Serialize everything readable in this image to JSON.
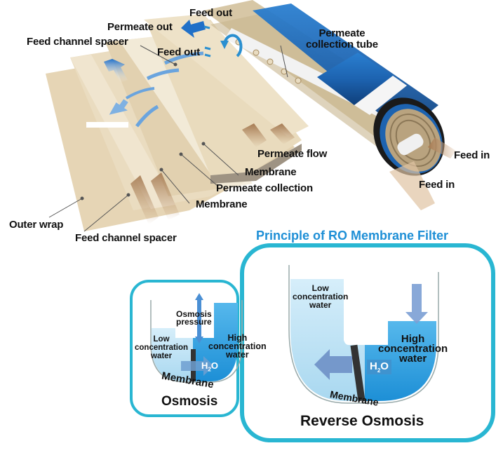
{
  "diagram": {
    "title": "Principle of RO Membrane Filter",
    "colors": {
      "accent_blue": "#1e8fd6",
      "frame_cyan": "#29b6d2",
      "housing_blue": "#1d63b0",
      "layer_beige": "#e8d9bd",
      "feed_arrow": "#b58b62",
      "permeate_arrow": "#4a8fd4",
      "low_water": "#bfe3f5",
      "high_water": "#2fa3e2",
      "membrane_dark": "#333333"
    },
    "membrane_element": {
      "labels": {
        "feed_out_top": "Feed out",
        "permeate_out": "Permeate out",
        "feed_channel_spacer_top": "Feed channel spacer",
        "feed_out_mid": "Feed out",
        "permeate_collection_tube": [
          "Permeate",
          "collection tube"
        ],
        "permeate_flow": "Permeate flow",
        "membrane_upper": "Membrane",
        "permeate_collection": "Permeate collection",
        "membrane_lower": "Membrane",
        "outer_wrap": "Outer wrap",
        "feed_channel_spacer_bottom": "Feed channel spacer",
        "feed_in_right": "Feed in",
        "feed_in_lower": "Feed in"
      }
    },
    "osmosis_panel": {
      "caption": "Osmosis",
      "pressure_label": [
        "Osmosis",
        "pressure"
      ],
      "low_label": [
        "Low",
        "concentration",
        "water"
      ],
      "high_label": [
        "High",
        "concentration",
        "water"
      ],
      "molecule": "H",
      "molecule_sub": "2",
      "molecule_end": "O",
      "membrane_label": "Membrane"
    },
    "reverse_osmosis_panel": {
      "caption": "Reverse Osmosis",
      "low_label": [
        "Low",
        "concentration",
        "water"
      ],
      "high_label": [
        "High",
        "concentration",
        "water"
      ],
      "molecule": "H",
      "molecule_sub": "2",
      "molecule_end": "O",
      "membrane_label": "Membrane"
    }
  }
}
